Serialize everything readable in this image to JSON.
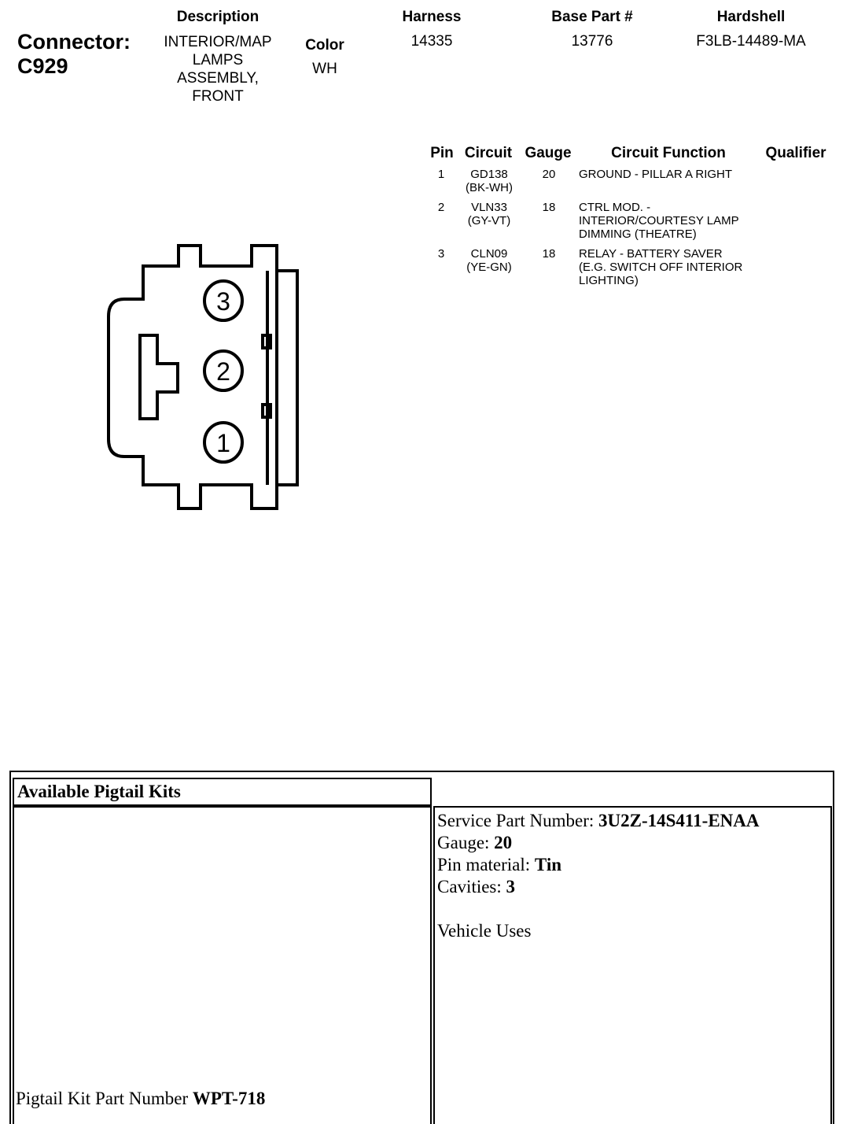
{
  "connector": {
    "label": "Connector:",
    "id": "C929"
  },
  "header": {
    "description_label": "Description",
    "description_value": "INTERIOR/MAP LAMPS ASSEMBLY, FRONT",
    "color_label": "Color",
    "color_value": "WH",
    "harness_label": "Harness",
    "harness_value": "14335",
    "base_part_label": "Base Part #",
    "base_part_value": "13776",
    "hardshell_label": "Hardshell",
    "hardshell_value": "F3LB-14489-MA"
  },
  "pin_table": {
    "columns": [
      "Pin",
      "Circuit",
      "Gauge",
      "Circuit Function",
      "Qualifier"
    ],
    "rows": [
      {
        "pin": "1",
        "circuit": "GD138",
        "circuit_color": "(BK-WH)",
        "gauge": "20",
        "function": [
          "GROUND - PILLAR A RIGHT"
        ],
        "qualifier": ""
      },
      {
        "pin": "2",
        "circuit": "VLN33",
        "circuit_color": "(GY-VT)",
        "gauge": "18",
        "function": [
          "CTRL MOD. -",
          "INTERIOR/COURTESY LAMP",
          "DIMMING (THEATRE)"
        ],
        "qualifier": ""
      },
      {
        "pin": "3",
        "circuit": "CLN09",
        "circuit_color": "(YE-GN)",
        "gauge": "18",
        "function": [
          "RELAY - BATTERY SAVER",
          "(E.G. SWITCH OFF INTERIOR",
          "LIGHTING)"
        ],
        "qualifier": ""
      }
    ]
  },
  "diagram": {
    "cavity_labels": [
      "3",
      "2",
      "1"
    ]
  },
  "pigtail": {
    "title": "Available Pigtail Kits",
    "service_part_label": "Service Part Number: ",
    "service_part_value": "3U2Z-14S411-ENAA",
    "gauge_label": "Gauge: ",
    "gauge_value": "20",
    "pin_material_label": "Pin material: ",
    "pin_material_value": "Tin",
    "cavities_label": "Cavities: ",
    "cavities_value": "3",
    "vehicle_uses_label": "Vehicle Uses",
    "kit_part_label": "Pigtail Kit Part Number ",
    "kit_part_value": "WPT-718"
  }
}
